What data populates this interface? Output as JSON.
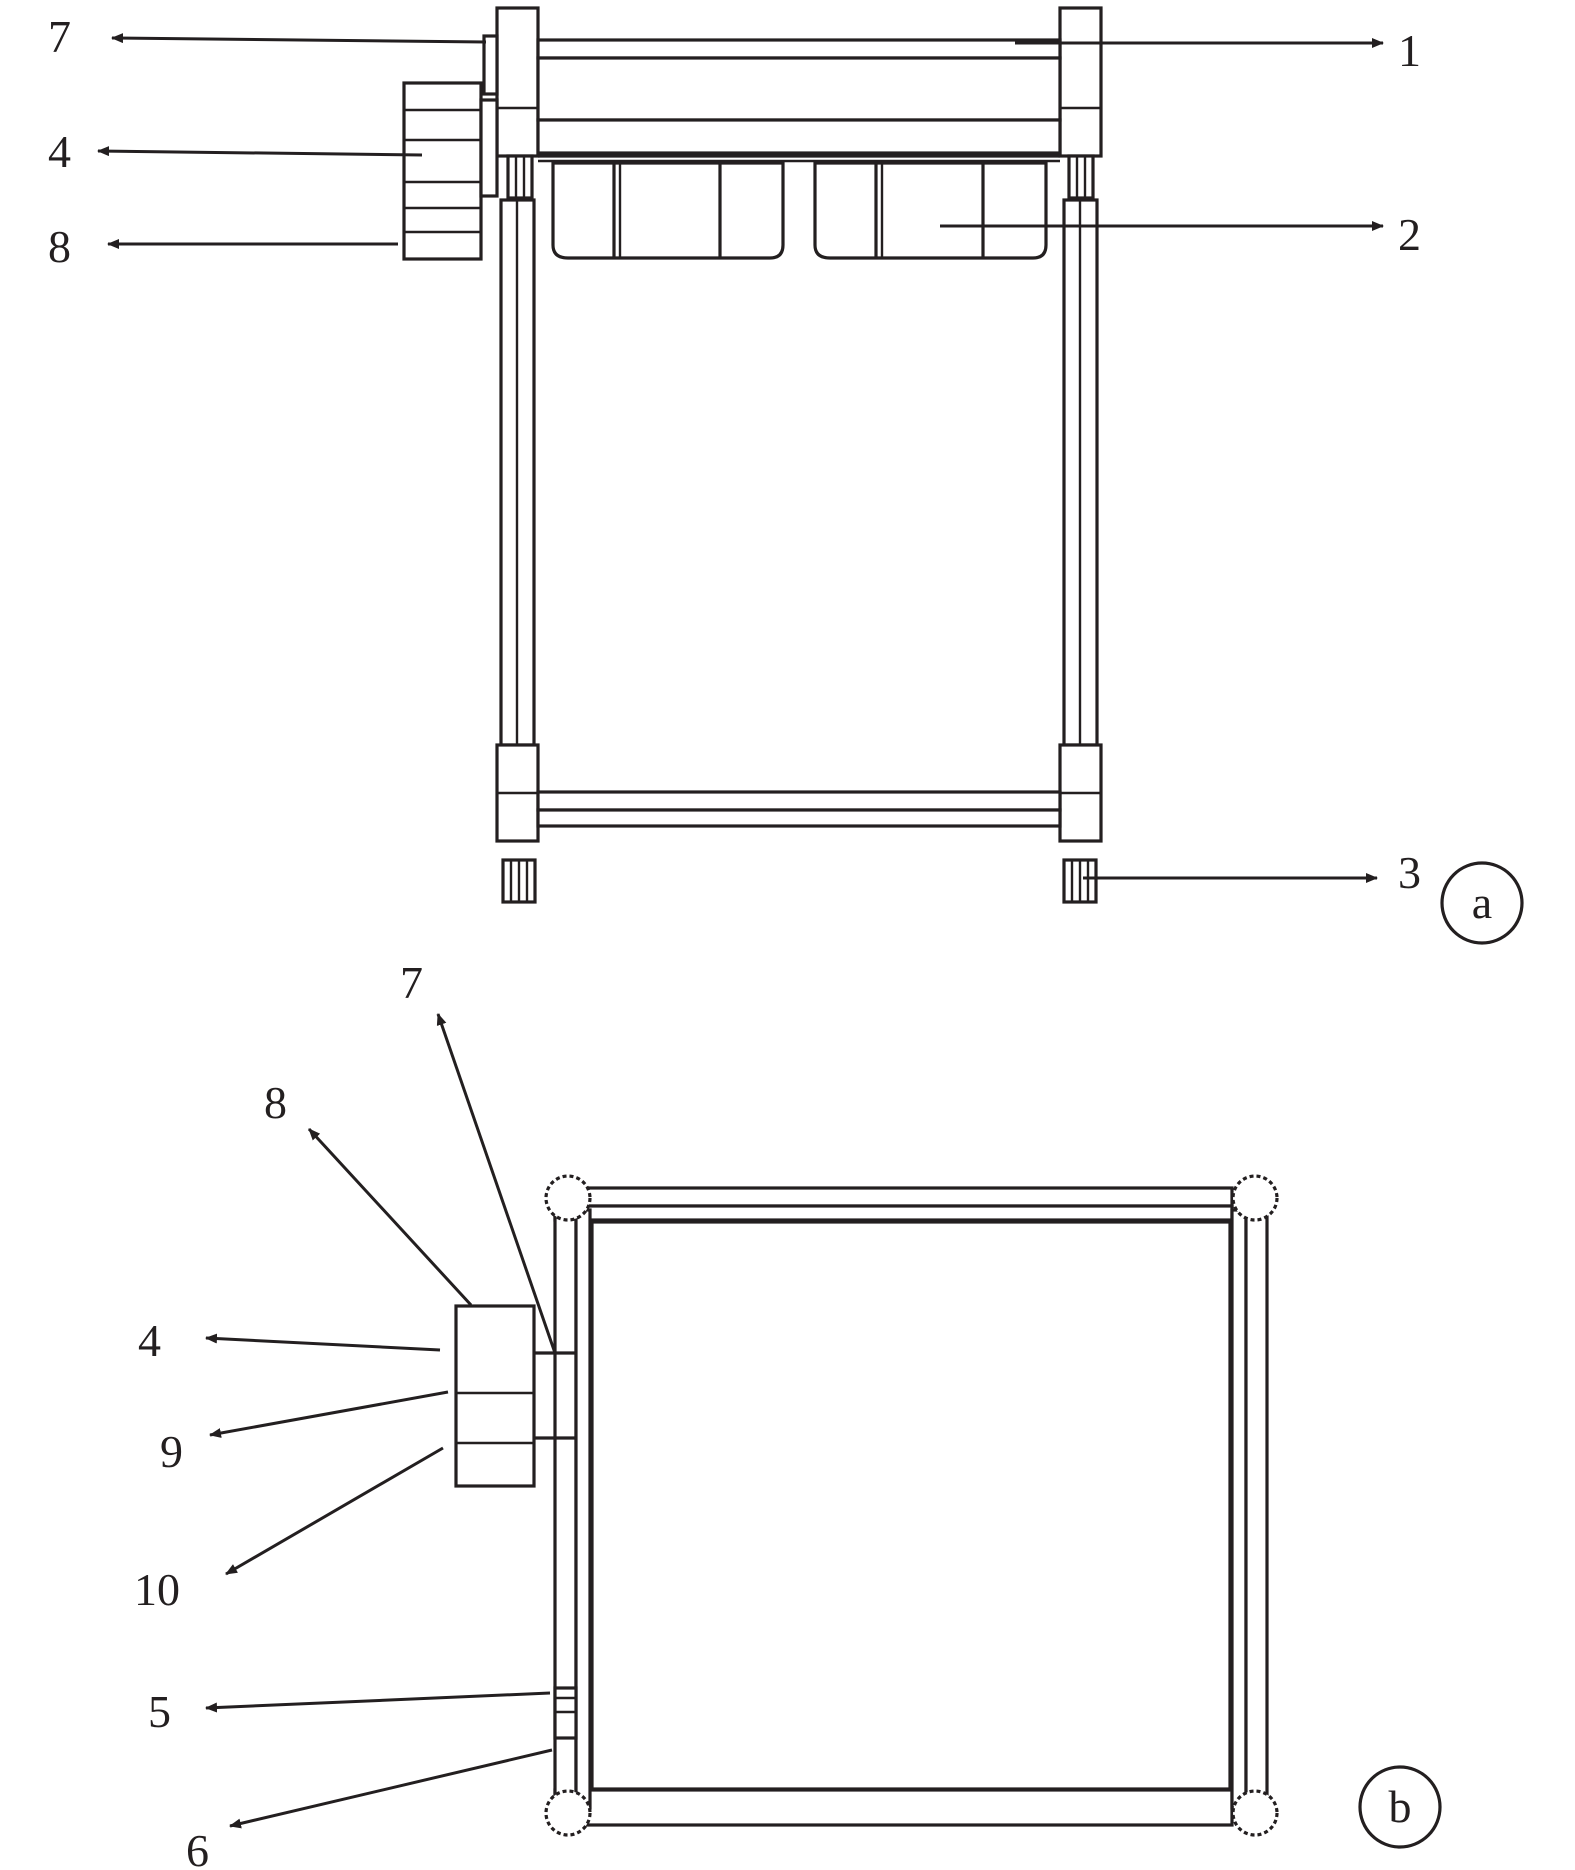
{
  "panels": [
    {
      "id": "a",
      "label": "a",
      "callouts": [
        {
          "number": "1"
        },
        {
          "number": "2"
        },
        {
          "number": "3"
        },
        {
          "number": "4"
        },
        {
          "number": "7"
        },
        {
          "number": "8"
        }
      ]
    },
    {
      "id": "b",
      "label": "b",
      "callouts": [
        {
          "number": "4"
        },
        {
          "number": "5"
        },
        {
          "number": "6"
        },
        {
          "number": "7"
        },
        {
          "number": "8"
        },
        {
          "number": "9"
        },
        {
          "number": "10"
        }
      ]
    }
  ],
  "colors": {
    "line": "#231f20",
    "background": "#ffffff"
  }
}
